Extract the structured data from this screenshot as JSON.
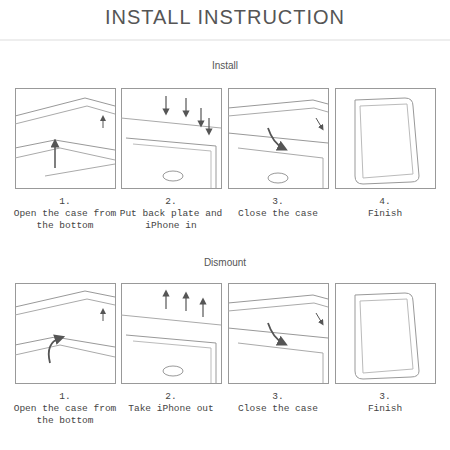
{
  "diagram": {
    "title": "INSTALL INSTRUCTION",
    "labels": [
      "Install",
      "1.",
      "Open the case from the bottom",
      "2.",
      "Put back plate and iPhone in",
      "3.",
      "Close the case",
      "4.",
      "Finish",
      "Dismount",
      "1.",
      "Open the case from the bottom",
      "2.",
      "Take iPhone out",
      "3.",
      "Close the case",
      "3.",
      "Finish"
    ]
  }
}
